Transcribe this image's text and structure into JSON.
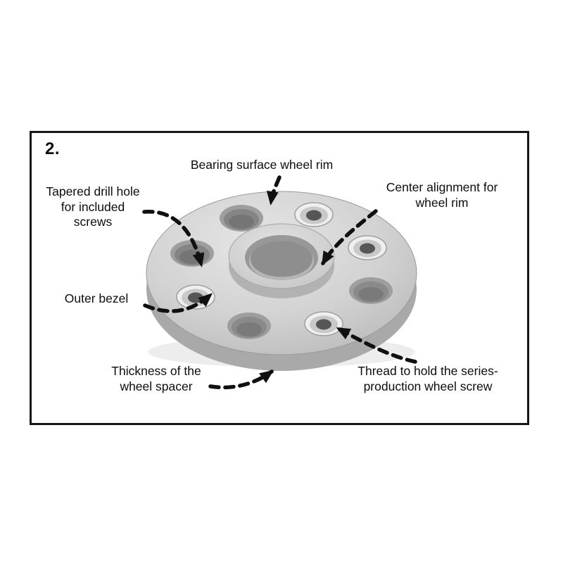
{
  "figure": {
    "number": "2."
  },
  "labels": {
    "bearing_surface": "Bearing surface wheel rim",
    "tapered_drill_hole": "Tapered drill hole\nfor included\nscrews",
    "center_alignment": "Center alignment for\nwheel rim",
    "outer_bezel": "Outer bezel",
    "thickness": "Thickness of the\nwheel spacer",
    "thread": "Thread to hold the series-\nproduction wheel screw"
  },
  "colors": {
    "frame_border": "#161616",
    "text": "#0d0d0d",
    "arrow": "#101010",
    "spacer_body": "#cdcdcd"
  }
}
